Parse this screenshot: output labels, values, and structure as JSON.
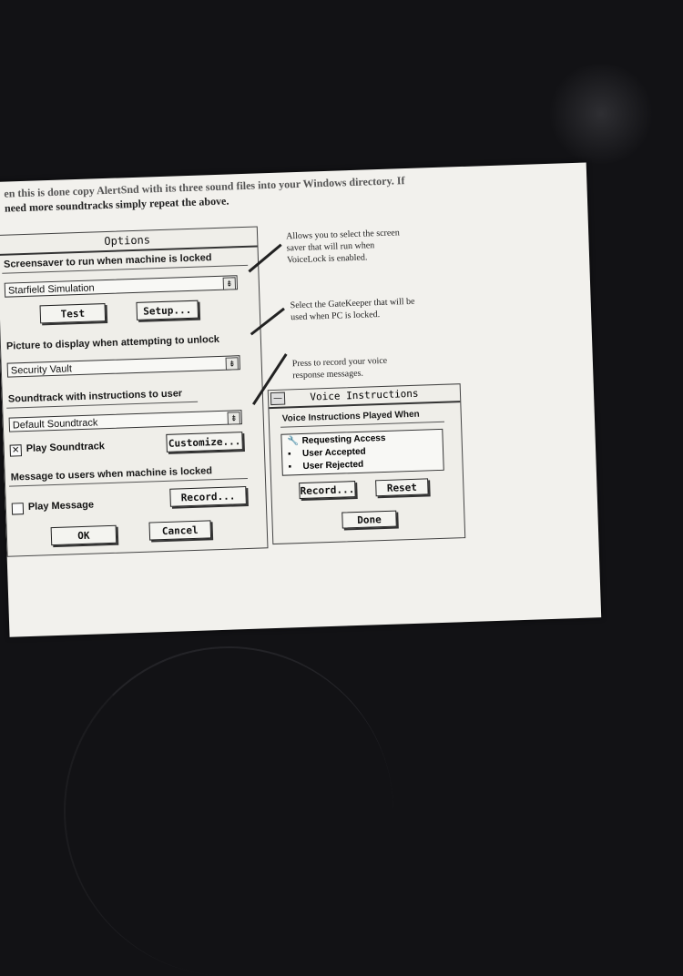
{
  "document": {
    "line1": "en this is done copy AlertSnd with its three sound files into your Windows directory. If",
    "line2": "need more soundtracks simply repeat the above."
  },
  "options_dialog": {
    "title": "Options",
    "screensaver_label": "Screensaver to run when machine is locked",
    "screensaver_value": "Starfield Simulation",
    "test_button": "Test",
    "setup_button": "Setup...",
    "picture_label": "Picture to display when attempting to unlock",
    "picture_value": "Security Vault",
    "soundtrack_label": "Soundtrack with instructions to user",
    "soundtrack_value": "Default Soundtrack",
    "play_soundtrack_label": "Play Soundtrack",
    "play_soundtrack_checked": true,
    "customize_button": "Customize...",
    "message_label": "Message to users when machine is locked",
    "play_message_label": "Play Message",
    "play_message_checked": false,
    "record_button": "Record...",
    "ok_button": "OK",
    "cancel_button": "Cancel"
  },
  "annotations": {
    "screensaver_note": "Allows you to select the screen saver that will run when VoiceLock is enabled.",
    "gatekeeper_note": "Select the GateKeeper that will be used when PC is locked.",
    "record_note": "Press to record your voice response messages."
  },
  "voice_dialog": {
    "title": "Voice Instructions",
    "system_menu_glyph": "—",
    "list_label": "Voice Instructions Played When",
    "items": [
      {
        "icon": "wrench-icon",
        "glyph": "🔧",
        "label": "Requesting Access"
      },
      {
        "icon": "block-icon",
        "glyph": "▪",
        "label": "User Accepted"
      },
      {
        "icon": "block-icon",
        "glyph": "▪",
        "label": "User Rejected"
      }
    ],
    "record_button": "Record...",
    "reset_button": "Reset",
    "done_button": "Done"
  },
  "glyphs": {
    "combo_arrow": "⇟",
    "check_mark": "✕"
  }
}
